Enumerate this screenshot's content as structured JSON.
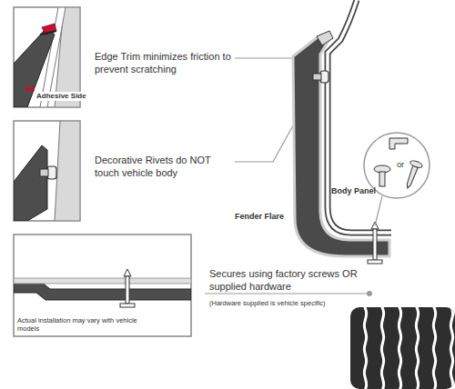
{
  "diagram": {
    "labels": [
      "Adhesive Side",
      "Edge Trim minimizes friction to prevent scratching",
      "Decorative Rivets do NOT touch vehicle body",
      "Secures using factory screws OR supplied hardware",
      "(Hardware supplied is vehicle specific)",
      "Actual installation may vary with vehicle models",
      "Body Panel",
      "Fender Flare",
      "or"
    ]
  }
}
